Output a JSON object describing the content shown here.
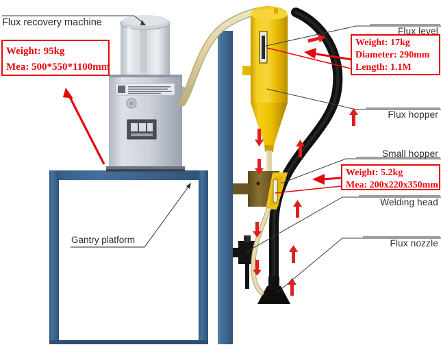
{
  "diagram": {
    "title_label": "Flux recovery machine",
    "gantry_label": "Gantry platform",
    "right_labels": [
      {
        "id": "flux-level",
        "text": "Flux level"
      },
      {
        "id": "flux-hopper",
        "text": "Flux hopper"
      },
      {
        "id": "small-hopper",
        "text": "Small hopper"
      },
      {
        "id": "welding-head",
        "text": "Welding head"
      },
      {
        "id": "flux-nozzle",
        "text": "Flux nozzle"
      }
    ],
    "callouts": [
      {
        "id": "recovery-machine",
        "lines": [
          "Weight: 95kg",
          "Mea: 500*550*1100mm"
        ]
      },
      {
        "id": "flux-hopper",
        "lines": [
          "Weight: 17kg",
          "Diameter: 290mm",
          "Length: 1.1M"
        ]
      },
      {
        "id": "small-hopper",
        "lines": [
          "Weight: 5.2kg",
          "Mea: 200x220x350mm"
        ]
      }
    ],
    "colors": {
      "callout_red": "#e8050b",
      "label_text": "#2b2b2b",
      "gantry_blue": "#3b6590",
      "hopper_yellow": "#f2c200",
      "hose_cream": "#ded2a4",
      "suction_hose_black": "#141414",
      "machine_body": "#c9ced6",
      "arrow_red": "#e02020"
    }
  }
}
